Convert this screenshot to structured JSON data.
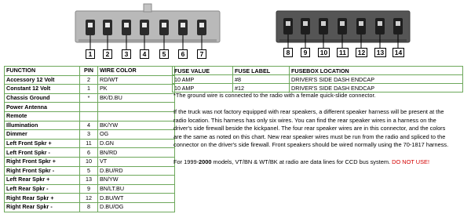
{
  "connector_left": {
    "pins": [
      "1",
      "2",
      "3",
      "4",
      "5",
      "6",
      "7"
    ]
  },
  "connector_right": {
    "pins": [
      "8",
      "9",
      "10",
      "11",
      "12",
      "13",
      "14"
    ]
  },
  "wiring_table": {
    "headers": {
      "function": "FUNCTION",
      "pin": "PIN",
      "wire_color": "WIRE COLOR"
    },
    "rows": [
      {
        "function": "Accessory 12 Volt",
        "pin": "2",
        "wire_color": "RD/WT"
      },
      {
        "function": "Constant 12 Volt",
        "pin": "1",
        "wire_color": "PK"
      },
      {
        "function": "Chassis Ground",
        "pin": "*",
        "wire_color": "BK/D.BU"
      },
      {
        "function": "Power Antenna",
        "pin": "",
        "wire_color": ""
      },
      {
        "function": "Remote",
        "pin": "",
        "wire_color": ""
      },
      {
        "function": "Illumination",
        "pin": "4",
        "wire_color": "BK/YW"
      },
      {
        "function": "Dimmer",
        "pin": "3",
        "wire_color": "OG"
      },
      {
        "function": "Left Front Spkr +",
        "pin": "11",
        "wire_color": "D.GN"
      },
      {
        "function": "Left Front Spkr -",
        "pin": "6",
        "wire_color": "BN/RD"
      },
      {
        "function": "Right Front Spkr +",
        "pin": "10",
        "wire_color": "VT"
      },
      {
        "function": "Right Front Spkr -",
        "pin": "5",
        "wire_color": "D.BU/RD"
      },
      {
        "function": "Left Rear Spkr +",
        "pin": "13",
        "wire_color": "BN/YW"
      },
      {
        "function": "Left Rear Spkr -",
        "pin": "9",
        "wire_color": "BN/LT.BU"
      },
      {
        "function": "Right Rear Spkr +",
        "pin": "12",
        "wire_color": "D.BU/WT"
      },
      {
        "function": "Right Rear Spkr -",
        "pin": "8",
        "wire_color": "D.BU/OG"
      }
    ]
  },
  "fuse_table": {
    "headers": {
      "value": "FUSE VALUE",
      "label": "FUSE LABEL",
      "location": "FUSEBOX LOCATION"
    },
    "rows": [
      {
        "value": "10 AMP",
        "label": "#8",
        "location": "DRIVER'S SIDE DASH ENDCAP"
      },
      {
        "value": "10 AMP",
        "label": "#12",
        "location": "DRIVER'S SIDE DASH ENDCAP"
      }
    ]
  },
  "notes": {
    "ground": "*The ground wire is connected to the radio with a female quick-slide connector.",
    "rear_line1": "If the truck was not factory equipped with rear speakers, a different speaker harness will be present at the",
    "rear_line2": "radio location. This harness has only six wires. You can find the rear speaker wires in a harness on the",
    "rear_line3": "driver's side firewall beside the kickpanel. The four rear speaker wires are in this connector, and the colors",
    "rear_line4": "are the same as noted on this chart. New rear speaker wires must be run from the radio and spliced to the",
    "rear_line5": "connector on the driver's side firewall. Front speakers should be wired normally using the 70-1817 harness.",
    "ccd_prefix": "For 1999-",
    "ccd_year": "2000",
    "ccd_mid": " models, VT/BN & WT/BK at radio are data lines for CCD bus system. ",
    "ccd_warning": "DO NOT USE!"
  }
}
